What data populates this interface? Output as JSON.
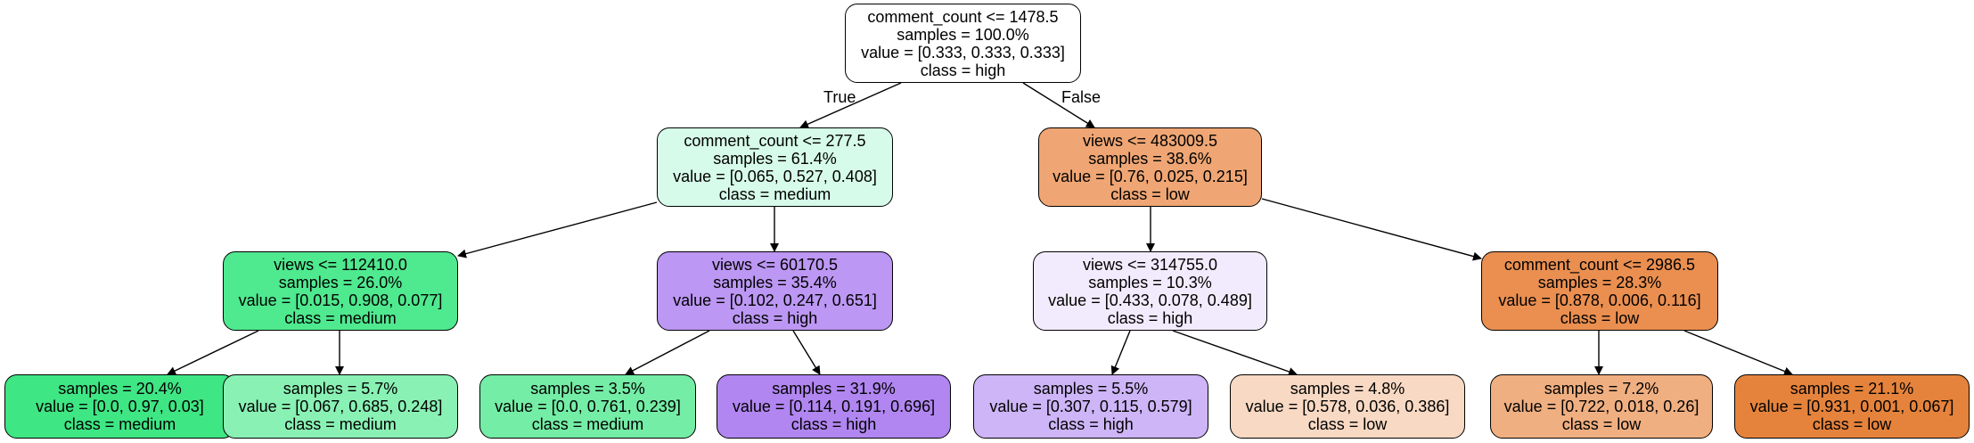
{
  "edge_labels": {
    "true_label": "True",
    "false_label": "False"
  },
  "colors": {
    "root": "#ffffff",
    "n1": "#d7fbea",
    "n2": "#efa674",
    "n3": "#4fe98f",
    "n4": "#bc97f3",
    "n5": "#f2ebfd",
    "n6": "#ea8f50",
    "n7": "#3ee684",
    "n8": "#89f1b4",
    "n9": "#74eda6",
    "n10": "#b186f1",
    "n11": "#ceb5f7",
    "n12": "#f8d9c3",
    "n13": "#f0af81",
    "n14": "#e5833c"
  },
  "nodes": {
    "root": [
      "comment_count <= 1478.5",
      "samples = 100.0%",
      "value = [0.333, 0.333, 0.333]",
      "class = high"
    ],
    "n1": [
      "comment_count <= 277.5",
      "samples = 61.4%",
      "value = [0.065, 0.527, 0.408]",
      "class = medium"
    ],
    "n2": [
      "views <= 483009.5",
      "samples = 38.6%",
      "value = [0.76, 0.025, 0.215]",
      "class = low"
    ],
    "n3": [
      "views <= 112410.0",
      "samples = 26.0%",
      "value = [0.015, 0.908, 0.077]",
      "class = medium"
    ],
    "n4": [
      "views <= 60170.5",
      "samples = 35.4%",
      "value = [0.102, 0.247, 0.651]",
      "class = high"
    ],
    "n5": [
      "views <= 314755.0",
      "samples = 10.3%",
      "value = [0.433, 0.078, 0.489]",
      "class = high"
    ],
    "n6": [
      "comment_count <= 2986.5",
      "samples = 28.3%",
      "value = [0.878, 0.006, 0.116]",
      "class = low"
    ],
    "n7": [
      "samples = 20.4%",
      "value = [0.0, 0.97, 0.03]",
      "class = medium"
    ],
    "n8": [
      "samples = 5.7%",
      "value = [0.067, 0.685, 0.248]",
      "class = medium"
    ],
    "n9": [
      "samples = 3.5%",
      "value = [0.0, 0.761, 0.239]",
      "class = medium"
    ],
    "n10": [
      "samples = 31.9%",
      "value = [0.114, 0.191, 0.696]",
      "class = high"
    ],
    "n11": [
      "samples = 5.5%",
      "value = [0.307, 0.115, 0.579]",
      "class = high"
    ],
    "n12": [
      "samples = 4.8%",
      "value = [0.578, 0.036, 0.386]",
      "class = low"
    ],
    "n13": [
      "samples = 7.2%",
      "value = [0.722, 0.018, 0.26]",
      "class = low"
    ],
    "n14": [
      "samples = 21.1%",
      "value = [0.931, 0.001, 0.067]",
      "class = low"
    ]
  }
}
